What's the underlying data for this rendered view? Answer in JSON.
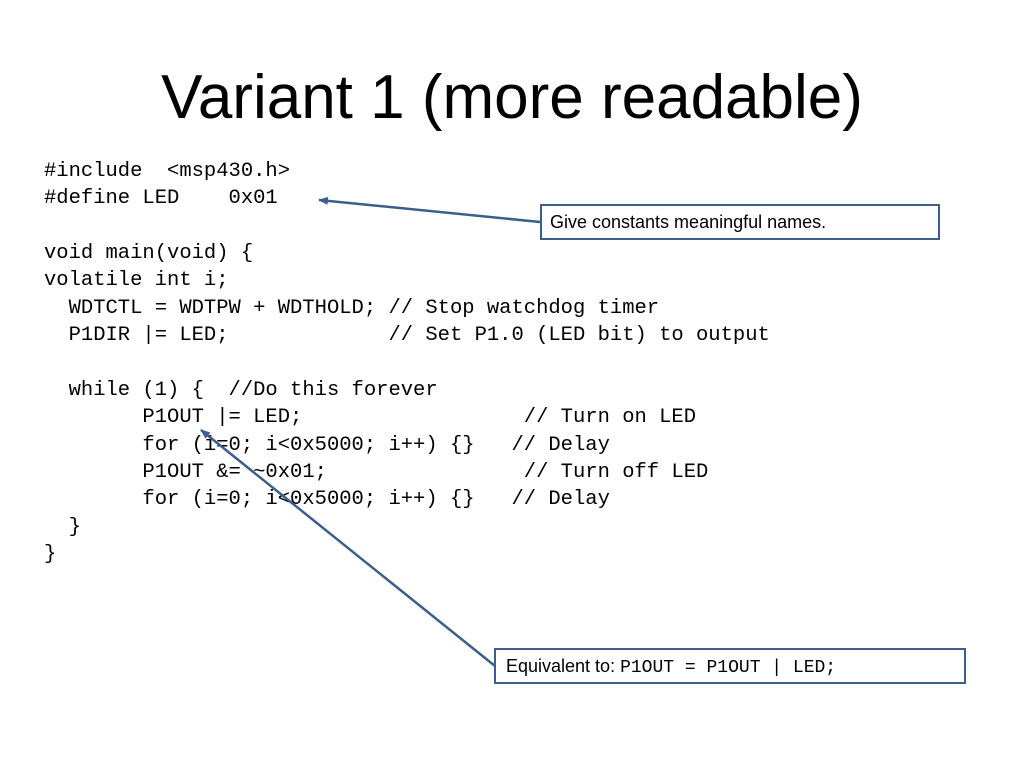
{
  "title": "Variant 1 (more readable)",
  "code_lines": [
    "#include  <msp430.h>",
    "#define LED    0x01",
    "",
    "void main(void) {",
    "volatile int i;",
    "  WDTCTL = WDTPW + WDTHOLD; // Stop watchdog timer",
    "  P1DIR |= LED;             // Set P1.0 (LED bit) to output",
    "",
    "  while (1) {  //Do this forever",
    "        P1OUT |= LED;                  // Turn on LED",
    "        for (i=0; i<0x5000; i++) {}   // Delay",
    "        P1OUT &= ~0x01;                // Turn off LED",
    "        for (i=0; i<0x5000; i++) {}   // Delay",
    "  }",
    "}"
  ],
  "callouts": {
    "names": {
      "text": "Give constants meaningful names."
    },
    "equivalent": {
      "prefix": "Equivalent to: ",
      "code": "P1OUT = P1OUT | LED;"
    }
  },
  "colors": {
    "accent": "#3b5e8c",
    "text": "#000000",
    "background": "#ffffff"
  }
}
